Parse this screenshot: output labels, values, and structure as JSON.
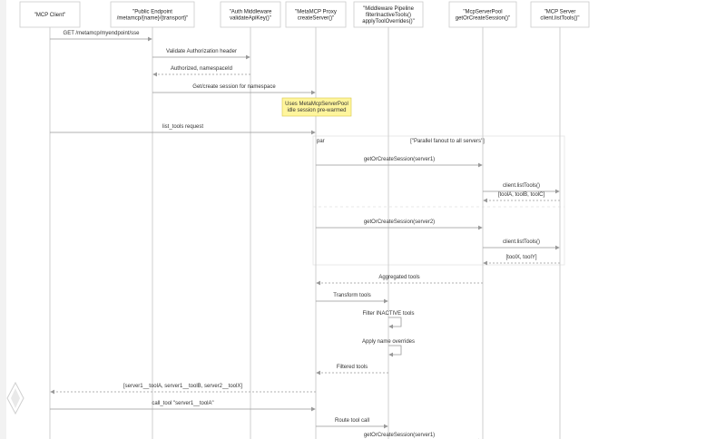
{
  "participants": [
    {
      "id": "client",
      "lines": [
        "\"MCP Client\""
      ]
    },
    {
      "id": "endpoint",
      "lines": [
        "\"Public Endpoint",
        "/metamcp/{name}/{transport}\""
      ]
    },
    {
      "id": "auth",
      "lines": [
        "\"Auth Middleware",
        "validateApiKey()\""
      ]
    },
    {
      "id": "proxy",
      "lines": [
        "\"MetaMCP Proxy",
        "createServer()\""
      ]
    },
    {
      "id": "pipeline",
      "lines": [
        "\"Middleware Pipeline",
        "filterInactiveTools()",
        "applyToolOverrides()\""
      ]
    },
    {
      "id": "pool",
      "lines": [
        "\"McpServerPool",
        "getOrCreateSession()\""
      ]
    },
    {
      "id": "server",
      "lines": [
        "\"MCP Server",
        "client.listTools()\""
      ]
    }
  ],
  "messages": [
    {
      "from": "client",
      "to": "endpoint",
      "text": "GET /metamcp/myendpoint/sse",
      "style": "solid"
    },
    {
      "from": "endpoint",
      "to": "auth",
      "text": "Validate Authorization header",
      "style": "solid"
    },
    {
      "from": "auth",
      "to": "endpoint",
      "text": "Authorized, namespaceId",
      "style": "dashed"
    },
    {
      "from": "endpoint",
      "to": "proxy",
      "text": "Get/create session for namespace",
      "style": "solid"
    },
    {
      "from": "client",
      "to": "proxy",
      "text": "list_tools request",
      "style": "solid"
    },
    {
      "from": "proxy",
      "to": "pool",
      "text": "getOrCreateSession(server1)",
      "style": "solid"
    },
    {
      "from": "pool",
      "to": "server",
      "text": "client.listTools()",
      "style": "solid"
    },
    {
      "from": "server",
      "to": "pool",
      "text": "[toolA, toolB, toolC]",
      "style": "dashed"
    },
    {
      "from": "proxy",
      "to": "pool",
      "text": "getOrCreateSession(server2)",
      "style": "solid"
    },
    {
      "from": "pool",
      "to": "server",
      "text": "client.listTools()",
      "style": "solid"
    },
    {
      "from": "server",
      "to": "pool",
      "text": "[toolX, toolY]",
      "style": "dashed"
    },
    {
      "from": "pool",
      "to": "proxy",
      "text": "Aggregated tools",
      "style": "dashed"
    },
    {
      "from": "proxy",
      "to": "pipeline",
      "text": "Transform tools",
      "style": "solid"
    },
    {
      "from": "pipeline",
      "to": "pipeline",
      "text": "Filter INACTIVE tools",
      "style": "solid"
    },
    {
      "from": "pipeline",
      "to": "pipeline",
      "text": "Apply name overrides",
      "style": "solid"
    },
    {
      "from": "pipeline",
      "to": "proxy",
      "text": "Filtered tools",
      "style": "dashed"
    },
    {
      "from": "proxy",
      "to": "client",
      "text": "[server1__toolA, server1__toolB, server2__toolX]",
      "style": "dashed"
    },
    {
      "from": "client",
      "to": "proxy",
      "text": "call_tool \"server1__toolA\"",
      "style": "solid"
    },
    {
      "from": "proxy",
      "to": "pipeline",
      "text": "Route tool call",
      "style": "solid"
    },
    {
      "from": "proxy",
      "to": "pool",
      "text": "getOrCreateSession(server1)",
      "style": "solid"
    }
  ],
  "note": {
    "lines": [
      "Uses MetaMcpServerPool",
      "idle session pre-warmed"
    ],
    "color": "#fff59d"
  },
  "par_block": {
    "keyword": "par",
    "condition": "[\"Parallel fanout to all servers\"]"
  },
  "colors": {
    "line": "#999999",
    "lifeline": "#cfcfcf",
    "text": "#333333",
    "box_border": "#cccccc"
  }
}
